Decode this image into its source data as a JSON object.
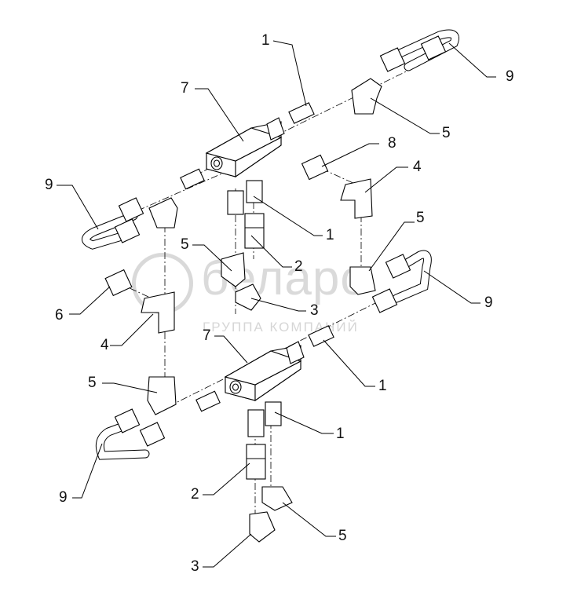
{
  "watermark": {
    "brand": "беларо",
    "subtitle": "ГРУППА КОМПАНИЙ"
  },
  "callouts": [
    {
      "id": "c1a",
      "text": "1"
    },
    {
      "id": "c9a",
      "text": "9"
    },
    {
      "id": "c7a",
      "text": "7"
    },
    {
      "id": "c5a",
      "text": "5"
    },
    {
      "id": "c8",
      "text": "8"
    },
    {
      "id": "c9b",
      "text": "9"
    },
    {
      "id": "c4a",
      "text": "4"
    },
    {
      "id": "c1b",
      "text": "1"
    },
    {
      "id": "c5b",
      "text": "5"
    },
    {
      "id": "c5c",
      "text": "5"
    },
    {
      "id": "c2a",
      "text": "2"
    },
    {
      "id": "c9c",
      "text": "9"
    },
    {
      "id": "c6",
      "text": "6"
    },
    {
      "id": "c3a",
      "text": "3"
    },
    {
      "id": "c4b",
      "text": "4"
    },
    {
      "id": "c7b",
      "text": "7"
    },
    {
      "id": "c1c",
      "text": "1"
    },
    {
      "id": "c5d",
      "text": "5"
    },
    {
      "id": "c1d",
      "text": "1"
    },
    {
      "id": "c2b",
      "text": "2"
    },
    {
      "id": "c9d",
      "text": "9"
    },
    {
      "id": "c5e",
      "text": "5"
    },
    {
      "id": "c3b",
      "text": "3"
    }
  ]
}
